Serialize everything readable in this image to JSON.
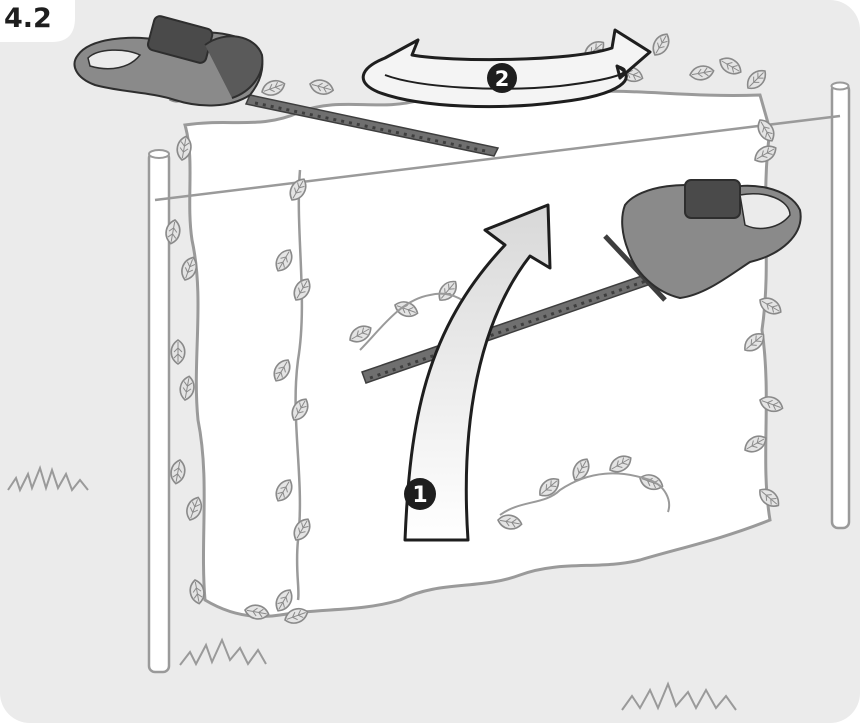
{
  "figure": {
    "label": "4.2"
  },
  "steps": [
    {
      "number": "1"
    },
    {
      "number": "2"
    }
  ],
  "colors": {
    "panel_background": "#ebebeb",
    "hedge_fill": "#ffffff",
    "hedge_outline": "#9a9a9a",
    "leaf_fill": "#e4e4e4",
    "leaf_outline": "#8a8a8a",
    "tool_body": "#6f6f6f",
    "tool_dark": "#3e3e3e",
    "arrow_fill": "#f4f4f4",
    "arrow_outline": "#1e1e1e",
    "step_badge": "#1e1e1e",
    "label_tab": "#ffffff"
  },
  "icons": {
    "hedge_trimmer_top": "hedge-trimmer-icon",
    "hedge_trimmer_side": "hedge-trimmer-icon",
    "upward_arrow": "curved-up-arrow-icon",
    "sweep_arrow": "double-curved-arrow-icon"
  }
}
